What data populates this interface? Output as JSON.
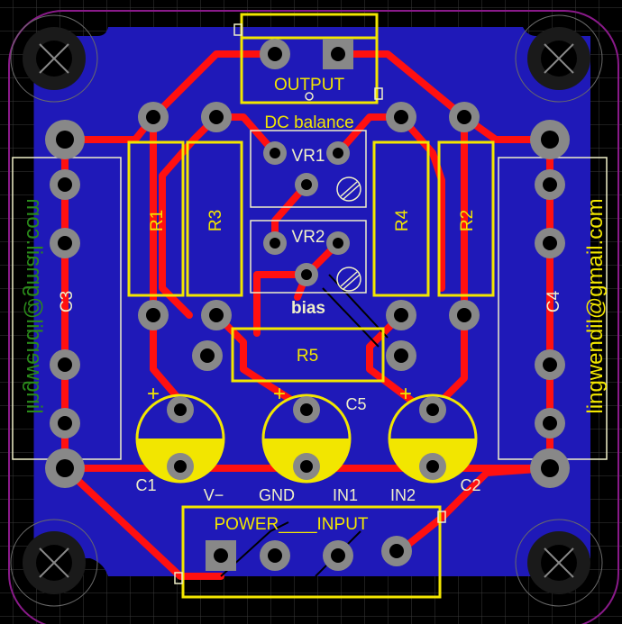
{
  "colors": {
    "background": "#000000",
    "grid": "#3a3a3a",
    "board": "#1f19b8",
    "trace": "#ff1010",
    "silkscreen": "#f2e600",
    "pad": "#888888",
    "outline": "#8a1a8a",
    "outline_alt": "#f0f0c8",
    "bottom_silk": "#2a8a1a",
    "mount_line": "#6a6a6a"
  },
  "labels": {
    "output": "OUTPUT",
    "dc_balance": "DC balance",
    "vr1": "VR1",
    "vr2": "VR2",
    "bias": "bias",
    "r1": "R1",
    "r2": "R2",
    "r3": "R3",
    "r4": "R4",
    "r5": "R5",
    "c1": "C1",
    "c2": "C2",
    "c3": "C3",
    "c4": "C4",
    "c5": "C5",
    "plus": "+",
    "v_minus": "V−",
    "gnd": "GND",
    "in1": "IN1",
    "in2": "IN2",
    "power_input": "POWER____INPUT",
    "email_top": "lingwendil@gmail.com",
    "email_bottom": "lingwendil@gmail.com"
  }
}
